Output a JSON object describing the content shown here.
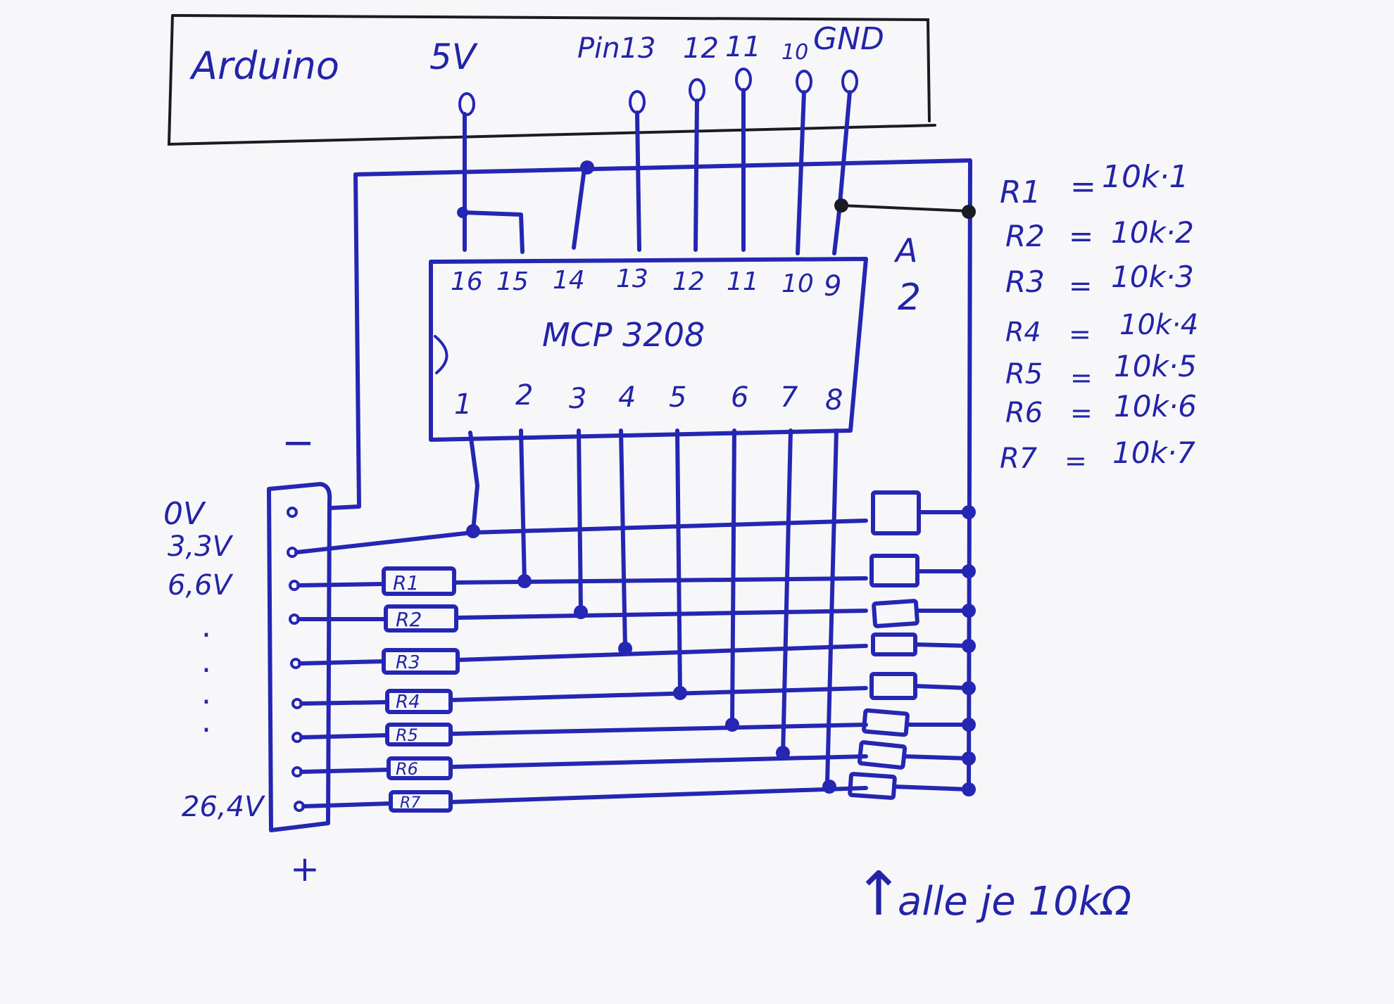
{
  "arduino": {
    "title": "Arduino",
    "pins": {
      "v5": "5V",
      "pin13": "Pin13",
      "p12": "12",
      "p11": "11",
      "p10": "10",
      "gnd": "GND"
    }
  },
  "chip": {
    "name": "MCP 3208",
    "top_pins": [
      "16",
      "15",
      "14",
      "13",
      "12",
      "11",
      "10",
      "9"
    ],
    "bottom_pins": [
      "1",
      "2",
      "3",
      "4",
      "5",
      "6",
      "7",
      "8"
    ]
  },
  "note_a": {
    "letter": "A",
    "number": "2"
  },
  "resistor_equations": [
    {
      "name": "R1",
      "eq": "=",
      "value": "10k·1"
    },
    {
      "name": "R2",
      "eq": "=",
      "value": "10k·2"
    },
    {
      "name": "R3",
      "eq": "=",
      "value": "10k·3"
    },
    {
      "name": "R4",
      "eq": "=",
      "value": "10k·4"
    },
    {
      "name": "R5",
      "eq": "=",
      "value": "10k·5"
    },
    {
      "name": "R6",
      "eq": "=",
      "value": "10k·6"
    },
    {
      "name": "R7",
      "eq": "=",
      "value": "10k·7"
    }
  ],
  "resistor_labels": [
    "R1",
    "R2",
    "R3",
    "R4",
    "R5",
    "R6",
    "R7"
  ],
  "voltage_labels": {
    "v0": "0V",
    "v1": "3,3V",
    "v2": "6,6V",
    "dots": ".",
    "vmax": "26,4V"
  },
  "polarity": {
    "minus": "−",
    "plus": "+"
  },
  "footnote": {
    "arrow": "↑",
    "text": "alle je 10kΩ"
  },
  "colors": {
    "ink": "#2526b3",
    "pencil": "#1b1b24",
    "paper": "#f7f7f9"
  }
}
